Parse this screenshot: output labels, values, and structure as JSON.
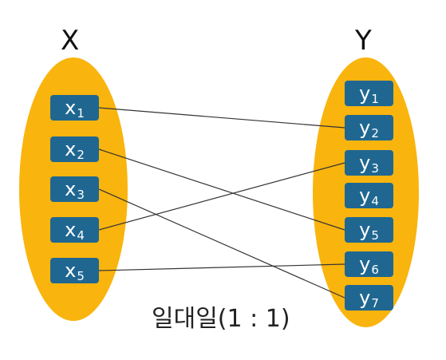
{
  "sets": {
    "left": {
      "label": "X",
      "elements": [
        {
          "base": "x",
          "sub": "1"
        },
        {
          "base": "x",
          "sub": "2"
        },
        {
          "base": "x",
          "sub": "3"
        },
        {
          "base": "x",
          "sub": "4"
        },
        {
          "base": "x",
          "sub": "5"
        }
      ]
    },
    "right": {
      "label": "Y",
      "elements": [
        {
          "base": "y",
          "sub": "1"
        },
        {
          "base": "y",
          "sub": "2"
        },
        {
          "base": "y",
          "sub": "3"
        },
        {
          "base": "y",
          "sub": "4"
        },
        {
          "base": "y",
          "sub": "5"
        },
        {
          "base": "y",
          "sub": "6"
        },
        {
          "base": "y",
          "sub": "7"
        }
      ]
    }
  },
  "mappings": [
    {
      "from": 0,
      "to": 1
    },
    {
      "from": 1,
      "to": 4
    },
    {
      "from": 2,
      "to": 6
    },
    {
      "from": 3,
      "to": 2
    },
    {
      "from": 4,
      "to": 5
    }
  ],
  "caption": "일대일(1 : 1)",
  "colors": {
    "set_fill": "#F9B40E",
    "element_fill": "#1F6791",
    "element_text": "#FFFFFF",
    "line": "#333333"
  }
}
